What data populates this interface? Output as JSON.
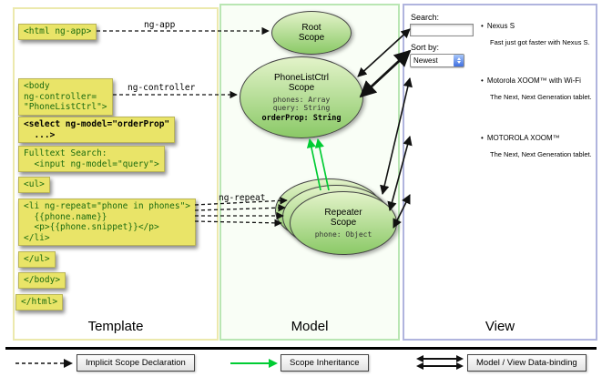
{
  "panels": {
    "template": {
      "label": "Template"
    },
    "model": {
      "label": "Model"
    },
    "view": {
      "label": "View"
    }
  },
  "code_boxes": [
    {
      "code": "<html ng-app>"
    },
    {
      "code": "<body\nng-controller=\n\"PhoneListCtrl\">"
    },
    {
      "code": "<select ng-model=\"orderProp\"\n  ...>"
    },
    {
      "code": "Fulltext Search:\n  <input ng-model=\"query\">"
    },
    {
      "code": "<ul>"
    },
    {
      "code": "<li ng-repeat=\"phone in phones\">\n  {{phone.name}}\n  <p>{{phone.snippet}}</p>\n</li>"
    },
    {
      "code": "</ul>"
    },
    {
      "code": "</body>"
    },
    {
      "code": "</html>"
    }
  ],
  "arrow_labels": {
    "ng_app": "ng-app",
    "ng_controller": "ng-controller",
    "ng_repeat": "ng-repeat"
  },
  "scopes": {
    "root": {
      "title": "Root\nScope"
    },
    "phone_list_ctrl": {
      "title": "PhoneListCtrl\nScope",
      "props": "phones: Array\nquery: String",
      "bold_prop": "orderProp: String"
    },
    "repeater": {
      "title": "Repeater\nScope",
      "props": "phone: Object"
    }
  },
  "view": {
    "search_label": "Search:",
    "sort_label": "Sort by:",
    "sort_value": "Newest",
    "items": [
      {
        "name": "Nexus S",
        "desc": "Fast just got faster with Nexus S."
      },
      {
        "name": "Motorola XOOM™ with Wi-Fi",
        "desc": "The Next, Next Generation tablet."
      },
      {
        "name": "MOTOROLA XOOM™",
        "desc": "The Next, Next Generation tablet."
      }
    ]
  },
  "legend": [
    {
      "label": "Implicit Scope Declaration"
    },
    {
      "label": "Scope Inheritance"
    },
    {
      "label": "Model / View Data-binding"
    }
  ],
  "colors": {
    "code_bg": "#e9e468",
    "code_text": "#1b6b0f",
    "template_border": "#ece9ad",
    "model_border": "#b9e6b3",
    "model_bg": "#f9fef6",
    "view_border": "#b0b4de",
    "scope_top": "#e3f3c9",
    "scope_bottom": "#8bc967",
    "inheritance_green": "#00cc33",
    "arrow_black": "#111111"
  }
}
